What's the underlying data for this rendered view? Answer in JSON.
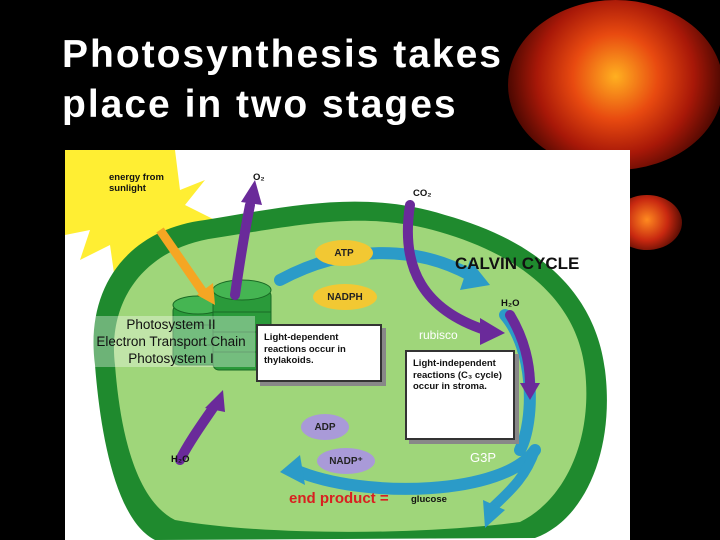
{
  "slide": {
    "title_line1": "Photosynthesis takes",
    "title_line2": "place in two stages"
  },
  "diagram": {
    "energy_line1": "energy from",
    "energy_line2": "sunlight",
    "o2": "O₂",
    "co2": "CO₂",
    "atp": "ATP",
    "nadph": "NADPH",
    "adp": "ADP",
    "nadp": "NADP⁺",
    "h2o_left": "H₂O",
    "h2o_right": "H₂O",
    "calvin_cycle": "CALVIN CYCLE",
    "rubisco": "rubisco",
    "g3p": "G3P",
    "ps2": "Photosystem II",
    "etc": "Electron Transport Chain",
    "ps1": "Photosystem I",
    "light_dep_box": "Light-dependent reactions occur in thylakoids.",
    "light_indep_box": "Light-independent reactions (C₃ cycle) occur in stroma.",
    "end_product": "end product =",
    "glucose": "glucose"
  },
  "colors": {
    "background": "#000000",
    "chloroplast_outer": "#1f8a2e",
    "chloroplast_inner": "#9fd67a",
    "arrow_teal": "#2b9bc8",
    "arrow_purple": "#6a2a9a",
    "pill_yellow": "#f2c833",
    "pill_lavender": "#a99ad8",
    "end_product_red": "#d92020",
    "sun_yellow": "#ffee33"
  }
}
